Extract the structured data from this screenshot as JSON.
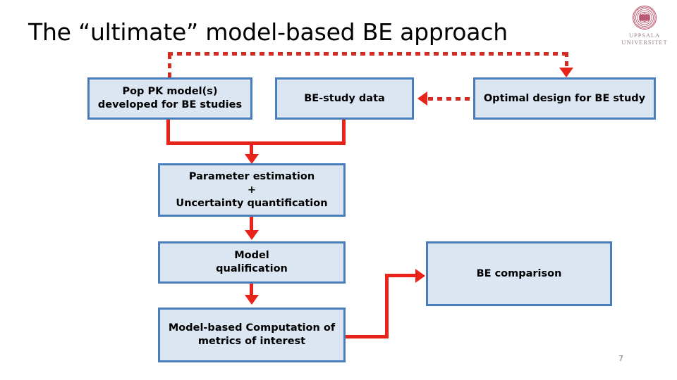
{
  "slide": {
    "title": "The “ultimate” model-based BE approach",
    "page_number": "7",
    "accent_color": "#e8231a",
    "box_fill_color": "#dce6f2",
    "box_border_color": "#4a7ebb",
    "title_color": "#000000",
    "page_number_color": "#808080"
  },
  "logo": {
    "name": "uppsala-universitet-logo",
    "line1": "UPPSALA",
    "line2": "UNIVERSITET",
    "color": "#b95a74"
  },
  "nodes": [
    {
      "id": "pop-pk-model",
      "lines": [
        "Pop PK model(s)",
        "developed for BE studies"
      ]
    },
    {
      "id": "be-study-data",
      "lines": [
        "BE-study data"
      ]
    },
    {
      "id": "optimal-design",
      "lines": [
        "Optimal design for BE study"
      ]
    },
    {
      "id": "parameter-estimation",
      "lines": [
        "Parameter estimation",
        "+",
        "Uncertainty quantification"
      ]
    },
    {
      "id": "model-qualification",
      "lines": [
        "Model",
        "qualification"
      ]
    },
    {
      "id": "model-based-computation",
      "lines": [
        "Model-based Computation of",
        "metrics of interest"
      ]
    },
    {
      "id": "be-comparison",
      "lines": [
        "BE comparison"
      ]
    }
  ]
}
